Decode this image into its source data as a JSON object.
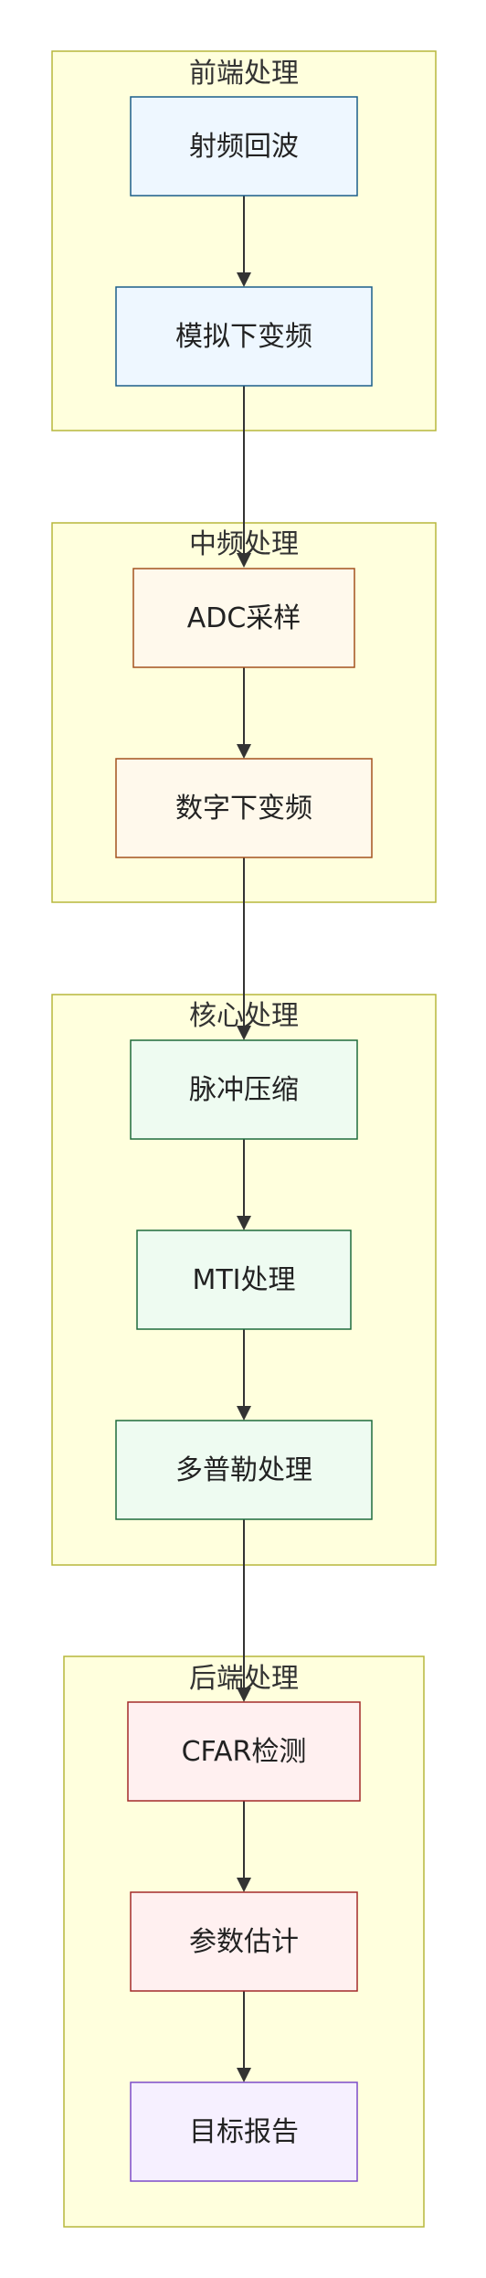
{
  "groups": [
    {
      "id": "front",
      "title": "前端处理"
    },
    {
      "id": "if",
      "title": "中频处理"
    },
    {
      "id": "core",
      "title": "核心处理"
    },
    {
      "id": "back",
      "title": "后端处理"
    }
  ],
  "nodes": [
    {
      "id": "rf_echo",
      "label": "射频回波",
      "group": "front",
      "fill": "#eef7ff",
      "stroke": "#1b5e8a"
    },
    {
      "id": "analog_dc",
      "label": "模拟下变频",
      "group": "front",
      "fill": "#eef7ff",
      "stroke": "#1b5e8a"
    },
    {
      "id": "adc",
      "label": "ADC采样",
      "group": "if",
      "fill": "#fff9ec",
      "stroke": "#a4521e"
    },
    {
      "id": "digital_dc",
      "label": "数字下变频",
      "group": "if",
      "fill": "#fff9ec",
      "stroke": "#a4521e"
    },
    {
      "id": "pulse_comp",
      "label": "脉冲压缩",
      "group": "core",
      "fill": "#eefbf1",
      "stroke": "#1e6b3c"
    },
    {
      "id": "mti",
      "label": "MTI处理",
      "group": "core",
      "fill": "#eefbf1",
      "stroke": "#1e6b3c"
    },
    {
      "id": "doppler",
      "label": "多普勒处理",
      "group": "core",
      "fill": "#eefbf1",
      "stroke": "#1e6b3c"
    },
    {
      "id": "cfar",
      "label": "CFAR检测",
      "group": "back",
      "fill": "#fff0f0",
      "stroke": "#a32a2a"
    },
    {
      "id": "param_est",
      "label": "参数估计",
      "group": "back",
      "fill": "#fff0f0",
      "stroke": "#a32a2a"
    },
    {
      "id": "target_report",
      "label": "目标报告",
      "group": "back",
      "fill": "#f6f0ff",
      "stroke": "#7d4bc9"
    }
  ],
  "edges": [
    {
      "from": "rf_echo",
      "to": "analog_dc"
    },
    {
      "from": "analog_dc",
      "to": "adc"
    },
    {
      "from": "adc",
      "to": "digital_dc"
    },
    {
      "from": "digital_dc",
      "to": "pulse_comp"
    },
    {
      "from": "pulse_comp",
      "to": "mti"
    },
    {
      "from": "mti",
      "to": "doppler"
    },
    {
      "from": "doppler",
      "to": "cfar"
    },
    {
      "from": "cfar",
      "to": "param_est"
    },
    {
      "from": "param_est",
      "to": "target_report"
    }
  ]
}
